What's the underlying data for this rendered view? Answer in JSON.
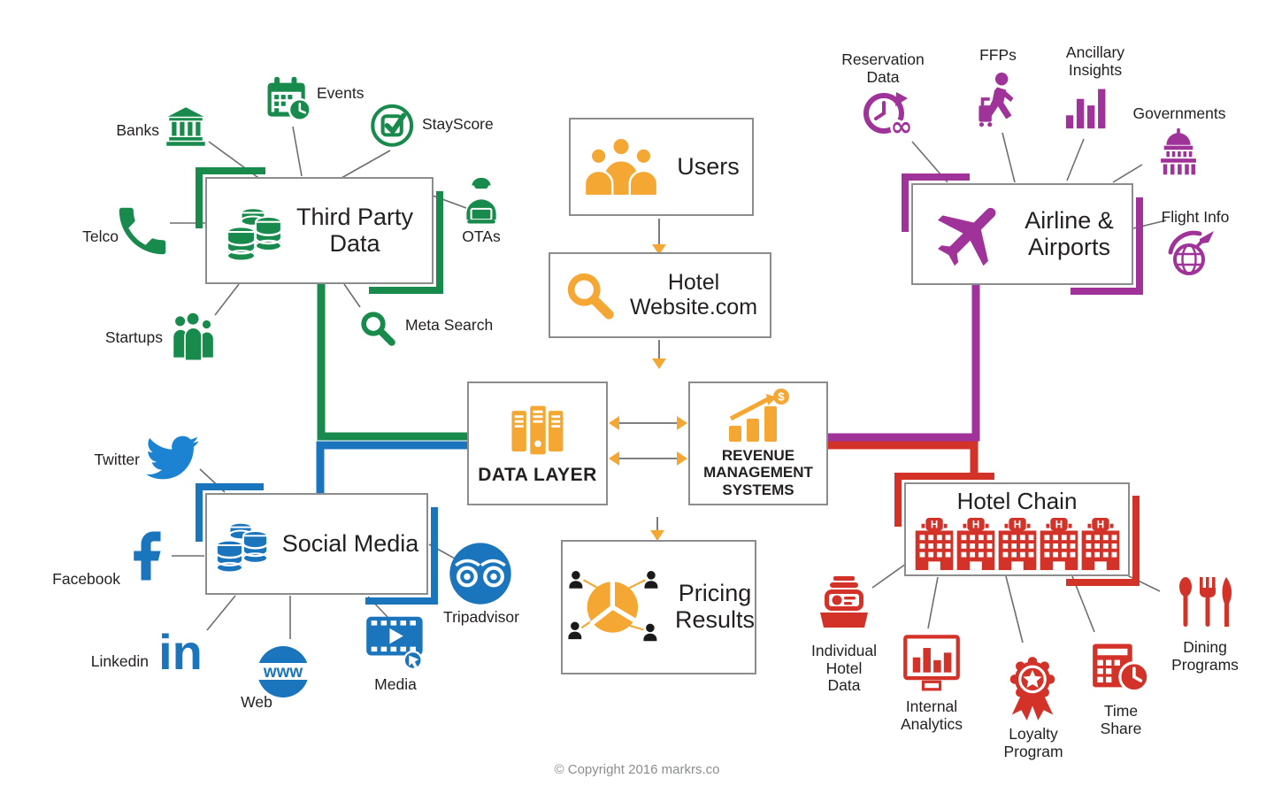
{
  "page": {
    "copyright": "© Copyright 2016 markrs.co"
  },
  "colors": {
    "green": "#178a4c",
    "blue": "#1b75bc",
    "twitter_blue": "#1b83d2",
    "purple": "#a03399",
    "red": "#d23228",
    "orange": "#f5a733",
    "line_gray": "#6d6e71",
    "box_border_gray": "#8a8c8e",
    "text": "#231f20"
  },
  "nodes": {
    "third_party_data": {
      "label": "Third Party\nData"
    },
    "users": {
      "label": "Users"
    },
    "hotel_website": {
      "label": "Hotel\nWebsite.com"
    },
    "airline_airports": {
      "label": "Airline &\nAirports"
    },
    "data_layer": {
      "label": "DATA LAYER"
    },
    "revenue_management": {
      "label": "REVENUE\nMANAGEMENT\nSYSTEMS",
      "dollar_symbol": "$"
    },
    "social_media": {
      "label": "Social Media"
    },
    "hotel_chain": {
      "label": "Hotel Chain",
      "building_letter": "H"
    },
    "pricing_results": {
      "label": "Pricing\nResults"
    }
  },
  "satellites": {
    "green": [
      {
        "label": "Banks",
        "icon": "bank-icon"
      },
      {
        "label": "Events",
        "icon": "calendar-clock-icon"
      },
      {
        "label": "StayScore",
        "icon": "check-circle-icon"
      },
      {
        "label": "Telco",
        "icon": "phone-icon"
      },
      {
        "label": "OTAs",
        "icon": "travel-agent-icon"
      },
      {
        "label": "Startups",
        "icon": "people-group-icon"
      },
      {
        "label": "Meta Search",
        "icon": "magnifier-icon"
      }
    ],
    "purple": [
      {
        "label": "Reservation\nData",
        "icon": "clock-infinity-icon",
        "infinity_symbol": "∞"
      },
      {
        "label": "FFPs",
        "icon": "traveler-icon"
      },
      {
        "label": "Ancillary\nInsights",
        "icon": "bar-chart-icon"
      },
      {
        "label": "Governments",
        "icon": "capitol-icon"
      },
      {
        "label": "Flight Info",
        "icon": "globe-plane-icon"
      }
    ],
    "blue": [
      {
        "label": "Twitter",
        "icon": "twitter-icon"
      },
      {
        "label": "Facebook",
        "icon": "facebook-icon"
      },
      {
        "label": "Linkedin",
        "icon": "linkedin-icon",
        "icon_text": "in"
      },
      {
        "label": "Web",
        "icon": "www-globe-icon",
        "icon_text": "www"
      },
      {
        "label": "Media",
        "icon": "film-media-icon"
      },
      {
        "label": "Tripadvisor",
        "icon": "tripadvisor-owl-icon"
      }
    ],
    "red": [
      {
        "label": "Individual\nHotel\nData",
        "icon": "register-icon"
      },
      {
        "label": "Internal\nAnalytics",
        "icon": "monitor-chart-icon"
      },
      {
        "label": "Loyalty\nProgram",
        "icon": "award-badge-icon"
      },
      {
        "label": "Time\nShare",
        "icon": "calendar-clock-icon"
      },
      {
        "label": "Dining\nPrograms",
        "icon": "cutlery-icon"
      }
    ]
  }
}
